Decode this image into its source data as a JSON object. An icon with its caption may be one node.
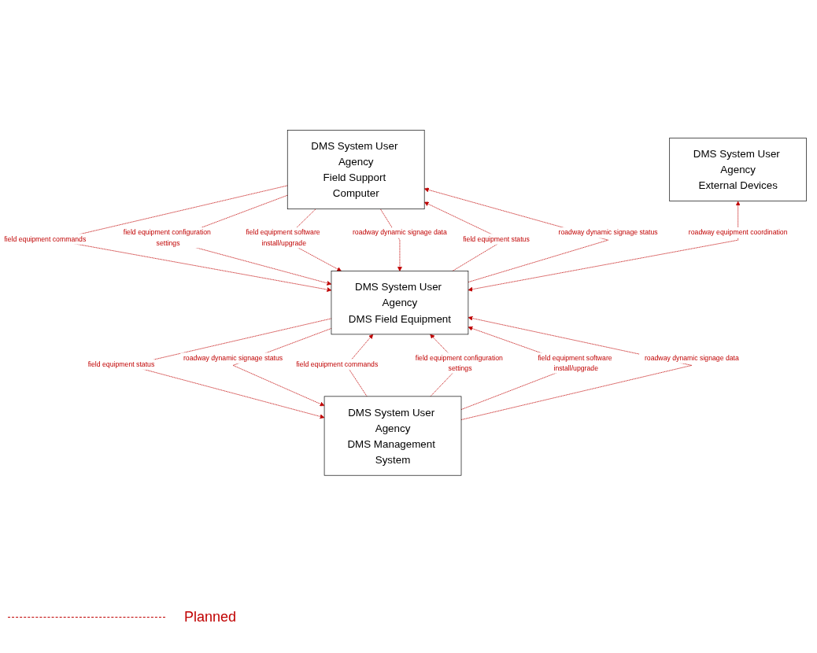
{
  "diagram": {
    "nodes": [
      {
        "text": [
          "DMS System User Agency",
          "Field Support Computer"
        ]
      },
      {
        "text": [
          "DMS System User Agency",
          "External Devices"
        ]
      },
      {
        "text": [
          "DMS System User Agency",
          "DMS Management System"
        ]
      },
      {
        "text": [
          "DMS System User Agency",
          "DMS Field Equipment"
        ]
      }
    ],
    "edges": [
      {
        "from": 3,
        "to": 0,
        "arrow": "to",
        "label": "field equipment status"
      },
      {
        "from": 3,
        "to": 0,
        "arrow": "to",
        "label": "roadway dynamic signage status"
      },
      {
        "from": 0,
        "to": 3,
        "arrow": "to",
        "label": "field equipment commands"
      },
      {
        "from": 0,
        "to": 3,
        "arrow": "to",
        "label": "field equipment configuration settings"
      },
      {
        "from": 0,
        "to": 3,
        "arrow": "to",
        "label": "field equipment software install/upgrade"
      },
      {
        "from": 0,
        "to": 3,
        "arrow": "to",
        "label": "roadway dynamic signage data"
      },
      {
        "from": 1,
        "to": 3,
        "arrow": "both",
        "label": "roadway equipment coordination"
      },
      {
        "from": 3,
        "to": 2,
        "arrow": "to",
        "label": "field equipment status"
      },
      {
        "from": 3,
        "to": 2,
        "arrow": "to",
        "label": "roadway dynamic signage status"
      },
      {
        "from": 2,
        "to": 3,
        "arrow": "to",
        "label": "field equipment commands"
      },
      {
        "from": 2,
        "to": 3,
        "arrow": "to",
        "label": "field equipment configuration settings"
      },
      {
        "from": 2,
        "to": 3,
        "arrow": "to",
        "label": "field equipment software install/upgrade"
      },
      {
        "from": 2,
        "to": 3,
        "arrow": "to",
        "label": "roadway dynamic signage data"
      }
    ],
    "legend": [
      {
        "text": "Planned"
      }
    ]
  }
}
